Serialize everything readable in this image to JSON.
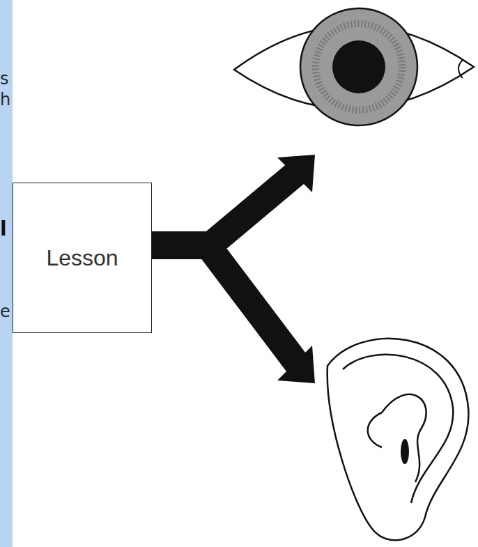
{
  "diagram": {
    "nodes": [
      {
        "text": [
          "Lesson"
        ]
      }
    ],
    "labels": [
      "s",
      "h",
      "l",
      "e"
    ]
  }
}
